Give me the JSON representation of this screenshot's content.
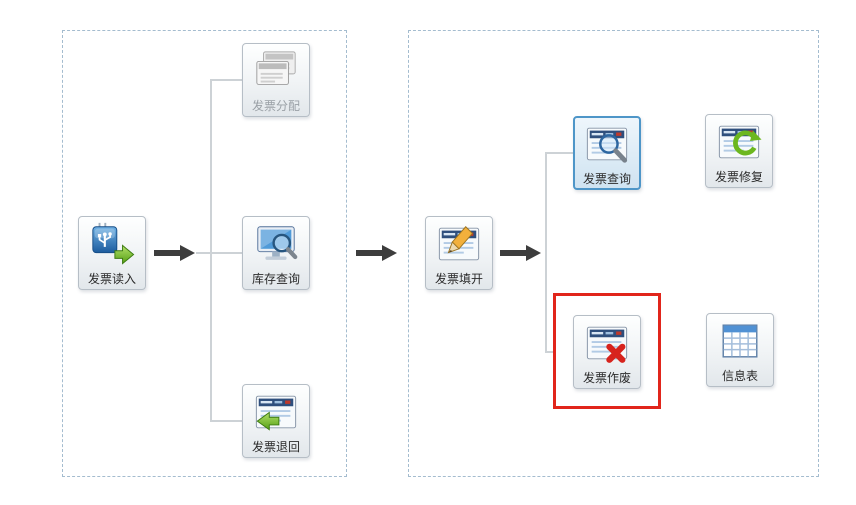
{
  "nodes": {
    "read_in": {
      "label": "发票读入",
      "icon": "usb-import-icon",
      "state": "normal"
    },
    "distribute": {
      "label": "发票分配",
      "icon": "stacked-windows-icon",
      "state": "disabled"
    },
    "stock_query": {
      "label": "库存查询",
      "icon": "monitor-magnifier-icon",
      "state": "normal"
    },
    "return_invoice": {
      "label": "发票退回",
      "icon": "doc-return-arrow-icon",
      "state": "normal"
    },
    "fill_open": {
      "label": "发票填开",
      "icon": "doc-pencil-icon",
      "state": "normal"
    },
    "invoice_query": {
      "label": "发票查询",
      "icon": "doc-magnifier-icon",
      "state": "selected"
    },
    "repair": {
      "label": "发票修复",
      "icon": "doc-refresh-icon",
      "state": "normal"
    },
    "void": {
      "label": "发票作废",
      "icon": "doc-red-x-icon",
      "state": "highlighted-red-box"
    },
    "info_table": {
      "label": "信息表",
      "icon": "table-grid-icon",
      "state": "normal"
    }
  },
  "colors": {
    "highlight_box": "#e1251b",
    "selected_border": "#4e96c8",
    "connector": "#cdd2d6",
    "arrow": "#3d3d3d",
    "panel_border": "#a4bccf",
    "label_text": "#2b2b2b"
  }
}
